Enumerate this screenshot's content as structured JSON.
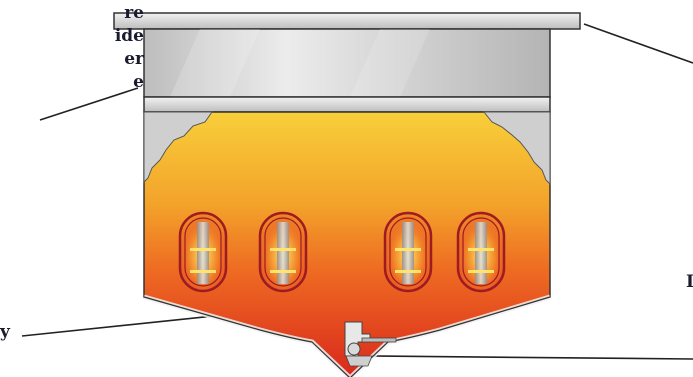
{
  "labels": {
    "top_left_lines": [
      "re",
      "ide",
      "er",
      "e"
    ],
    "right_fragment": "I",
    "bottom_left_fragment": "y"
  },
  "colors": {
    "outline": "#2a2a2a",
    "steel_light": "#e6e6e6",
    "steel_mid": "#c4c4c4",
    "steel_dark": "#9a9a9a",
    "fire_top": "#f5c532",
    "fire_mid": "#f08a1c",
    "fire_bottom": "#e03a1c",
    "glow": "#ffd35a",
    "window_ring": "#b0202a",
    "label_text": "#1b1b2f"
  }
}
